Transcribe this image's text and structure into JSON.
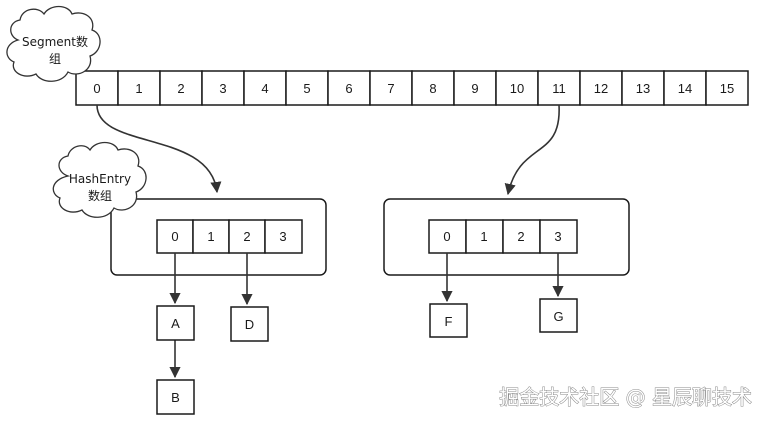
{
  "segment_array": {
    "label_line1": "Segment数",
    "label_line2": "组",
    "indices": [
      "0",
      "1",
      "2",
      "3",
      "4",
      "5",
      "6",
      "7",
      "8",
      "9",
      "10",
      "11",
      "12",
      "13",
      "14",
      "15"
    ]
  },
  "hashentry_groups": [
    {
      "label_line1": "HashEntry",
      "label_line2": "数组",
      "indices": [
        "0",
        "1",
        "2",
        "3"
      ],
      "nodes": [
        "A",
        "B",
        "D"
      ]
    },
    {
      "indices": [
        "0",
        "1",
        "2",
        "3"
      ],
      "nodes": [
        "F",
        "G"
      ]
    }
  ],
  "watermark": "掘金技术社区 @ 星辰聊技术"
}
